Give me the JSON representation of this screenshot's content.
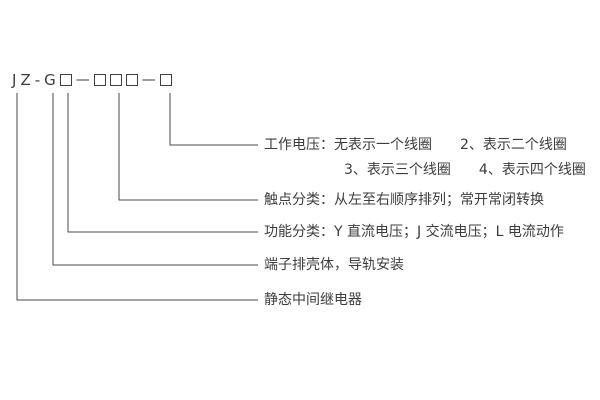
{
  "model_code": {
    "chars": [
      "J",
      "Z",
      "-",
      "G"
    ],
    "separator": "—"
  },
  "explanations": {
    "working_voltage_line1": "工作电压：无表示一个线圈　　2、表示二个线圈",
    "working_voltage_line2": "3、表示三个线圈　　4、表示四个线圈",
    "contact_classification": "触点分类：从左至右顺序排列；常开常闭转换",
    "function_classification": "功能分类：Y 直流电压；J 交流电压；L 电流动作",
    "housing": "端子排壳体，导轨安装",
    "product_name": "静态中间继电器"
  },
  "colors": {
    "text": "#3d3d3d",
    "line": "#4a4a4a"
  }
}
